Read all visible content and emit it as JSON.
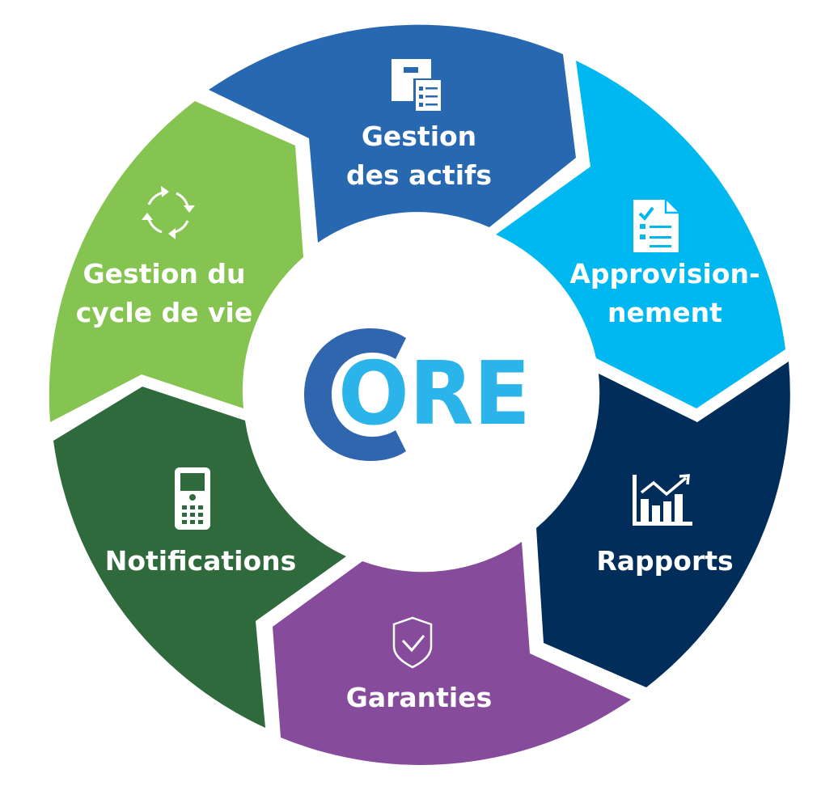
{
  "diagram": {
    "type": "cycle-wheel",
    "center_logo": {
      "letter_c": "C",
      "rest": "ORE",
      "full_text": "CORE",
      "color_c": "#2F66AE",
      "color_rest": "#2AB4EA"
    },
    "segments": [
      {
        "id": "asset-management",
        "line1": "Gestion",
        "line2": "des actifs",
        "icon": "asset-documents-icon",
        "color": "#2868B0"
      },
      {
        "id": "procurement",
        "line1": "Approvision-",
        "line2": "nement",
        "icon": "checklist-document-icon",
        "color": "#00B8F0"
      },
      {
        "id": "reports",
        "line1": "Rapports",
        "line2": "",
        "icon": "bar-chart-trend-icon",
        "color": "#002D5A"
      },
      {
        "id": "warranties",
        "line1": "Garanties",
        "line2": "",
        "icon": "shield-check-icon",
        "color": "#874B9C"
      },
      {
        "id": "notifications",
        "line1": "Notifications",
        "line2": "",
        "icon": "handheld-device-icon",
        "color": "#2E6A3B"
      },
      {
        "id": "lifecycle-management",
        "line1": "Gestion du",
        "line2": "cycle de vie",
        "icon": "cycle-arrows-icon",
        "color": "#86C451"
      }
    ]
  }
}
